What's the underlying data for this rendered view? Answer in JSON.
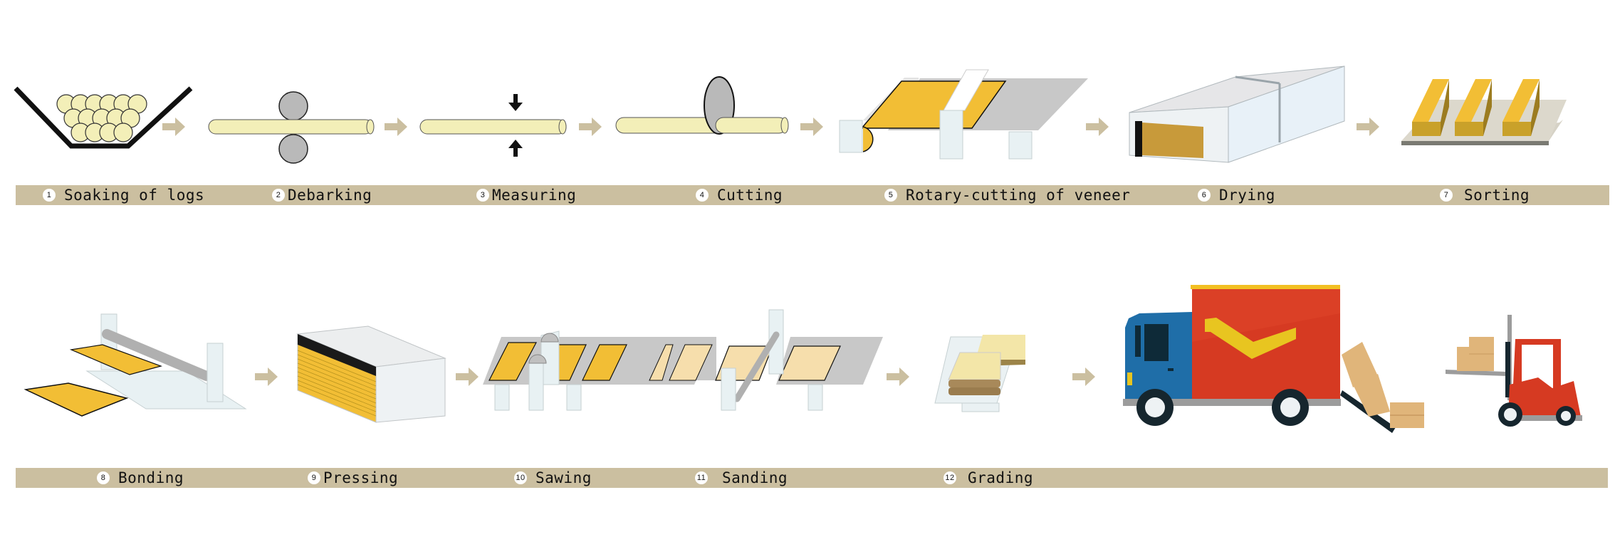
{
  "diagram": {
    "title": "Plywood manufacturing process",
    "colors": {
      "strip": "#cbbfa0",
      "arrow": "#cbbfa0",
      "log": "#f3efb8",
      "veneer": "#f2be35",
      "machine": "#e8f1f3",
      "steel": "#b9b9b9",
      "truck_body": "#d63a22",
      "truck_cab": "#1f6ea8",
      "box": "#e0b57a"
    },
    "steps": [
      {
        "num": "1",
        "label": "Soaking of logs",
        "icon": "soaking-tank-icon"
      },
      {
        "num": "2",
        "label": "Debarking",
        "icon": "debarking-rollers-icon"
      },
      {
        "num": "3",
        "label": "Measuring",
        "icon": "measuring-arrows-icon"
      },
      {
        "num": "4",
        "label": "Cutting",
        "icon": "circular-saw-icon"
      },
      {
        "num": "5",
        "label": "Rotary-cutting of veneer",
        "icon": "rotary-lathe-icon"
      },
      {
        "num": "6",
        "label": "Drying",
        "icon": "dryer-tunnel-icon"
      },
      {
        "num": "7",
        "label": "Sorting",
        "icon": "sorted-veneer-stacks-icon"
      },
      {
        "num": "8",
        "label": "Bonding",
        "icon": "glue-roller-icon"
      },
      {
        "num": "9",
        "label": "Pressing",
        "icon": "hot-press-icon"
      },
      {
        "num": "10",
        "label": "Sawing",
        "icon": "saw-line-icon"
      },
      {
        "num": "11",
        "label": "Sanding",
        "icon": "sanding-line-icon"
      },
      {
        "num": "12",
        "label": "Grading",
        "icon": "graded-panel-stack-icon"
      }
    ],
    "extras": [
      {
        "icon": "delivery-truck-icon"
      },
      {
        "icon": "forklift-icon"
      }
    ]
  }
}
